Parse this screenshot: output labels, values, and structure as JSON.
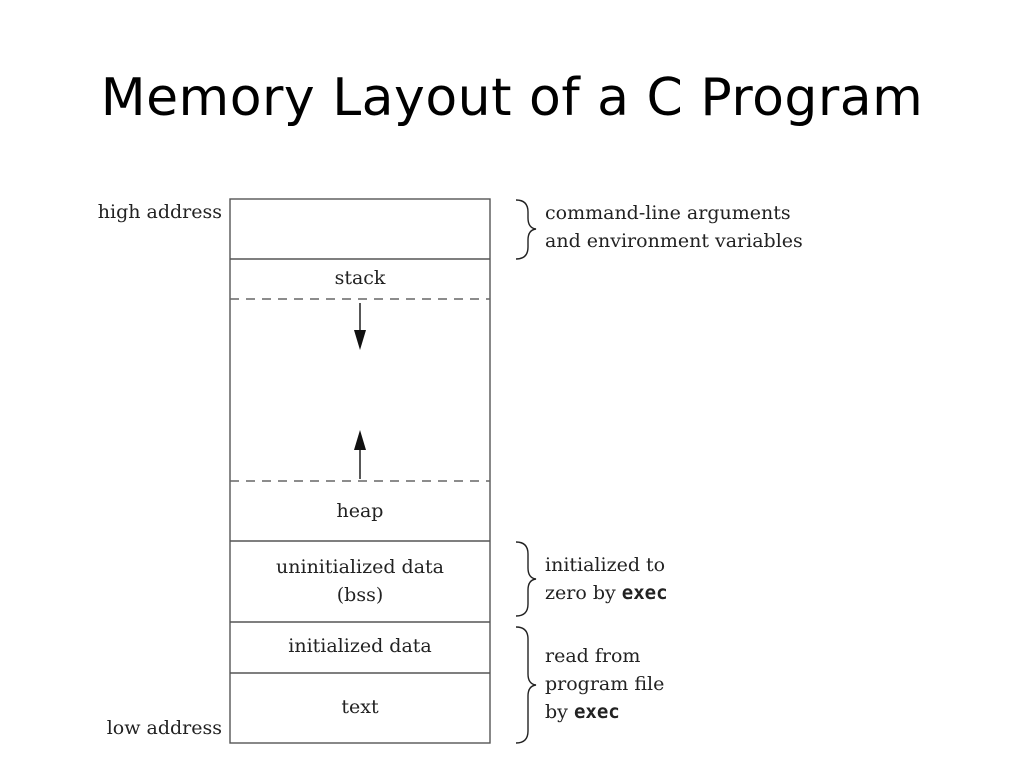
{
  "title": "Memory Layout of a C Program",
  "address_labels": {
    "high": "high address",
    "low": "low address"
  },
  "segments": {
    "args_env": "",
    "stack": "stack",
    "heap": "heap",
    "bss_line1": "uninitialized data",
    "bss_line2": "(bss)",
    "initialized_data": "initialized data",
    "text": "text"
  },
  "notes": {
    "args": {
      "line1": "command-line arguments",
      "line2": "and environment variables"
    },
    "bss": {
      "line1": "initialized to",
      "line2_prefix": "zero by ",
      "line2_code": "exec"
    },
    "program_file": {
      "line1": "read from",
      "line2": "program file",
      "line3_prefix": "by ",
      "line3_code": "exec"
    }
  },
  "icons": {
    "stack_growth": "arrow-down-icon",
    "heap_growth": "arrow-up-icon"
  },
  "colors": {
    "ink": "#111111",
    "box_border": "#555555",
    "dashes": "#666666"
  }
}
